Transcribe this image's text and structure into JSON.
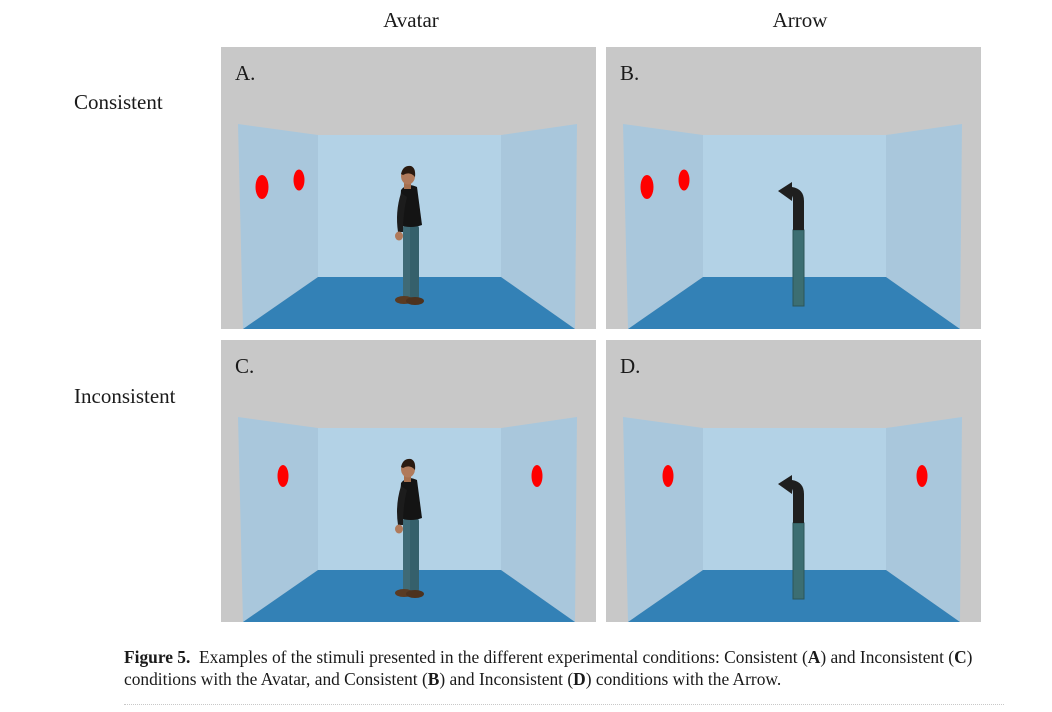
{
  "columns": {
    "avatar": "Avatar",
    "arrow": "Arrow"
  },
  "rows": {
    "consistent": "Consistent",
    "inconsistent": "Inconsistent"
  },
  "panels": {
    "a": {
      "label": "A.",
      "agent": "avatar",
      "targets": "both-left"
    },
    "b": {
      "label": "B.",
      "agent": "arrow",
      "targets": "both-left"
    },
    "c": {
      "label": "C.",
      "agent": "avatar",
      "targets": "left-right"
    },
    "d": {
      "label": "D.",
      "agent": "arrow",
      "targets": "left-right"
    }
  },
  "caption": {
    "fig_label": "Figure 5.",
    "t1": "Examples of the stimuli presented in the different experimental conditions: Consistent (",
    "A": "A",
    "t2": ") and Inconsistent (",
    "C": "C",
    "t3": ") conditions with the Avatar, and Consistent (",
    "B": "B",
    "t4": ") and Inconsistent (",
    "D": "D",
    "t5": ") conditions with the Arrow."
  },
  "colors": {
    "panel_bg": "#c8c8c8",
    "back_wall": "#b3d2e6",
    "side_wall": "#a9c7dc",
    "floor": "#3381b6",
    "target": "#ff0000",
    "arrow_dark": "#1f1f1f",
    "arrow_shaft": "#3c6e72"
  }
}
